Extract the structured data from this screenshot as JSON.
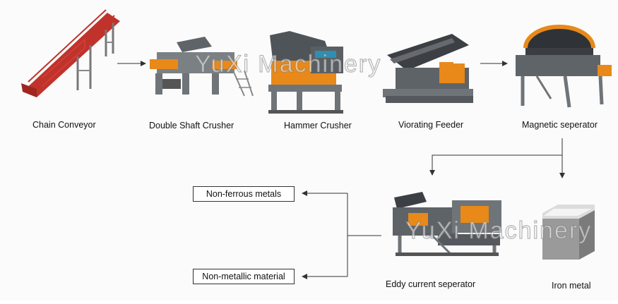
{
  "stages": {
    "chain_conveyor": "Chain Conveyor",
    "double_shaft_crusher": "Double Shaft Crusher",
    "hammer_crusher": "Hammer Crusher",
    "vibrating_feeder": "Viorating Feeder",
    "magnetic_separator": "Magnetic seperator",
    "eddy_current_separator": "Eddy current seperator",
    "iron_metal": "Iron metal"
  },
  "outputs": {
    "non_ferrous": "Non-ferrous metals",
    "non_metallic": "Non-metallic material"
  },
  "watermark": "YuXi Machinery",
  "colors": {
    "conveyor_red": "#c0332b",
    "machine_grey": "#6f7479",
    "accent_orange": "#e8891a",
    "screen_dark": "#3c3f44",
    "arrow": "#333333"
  }
}
